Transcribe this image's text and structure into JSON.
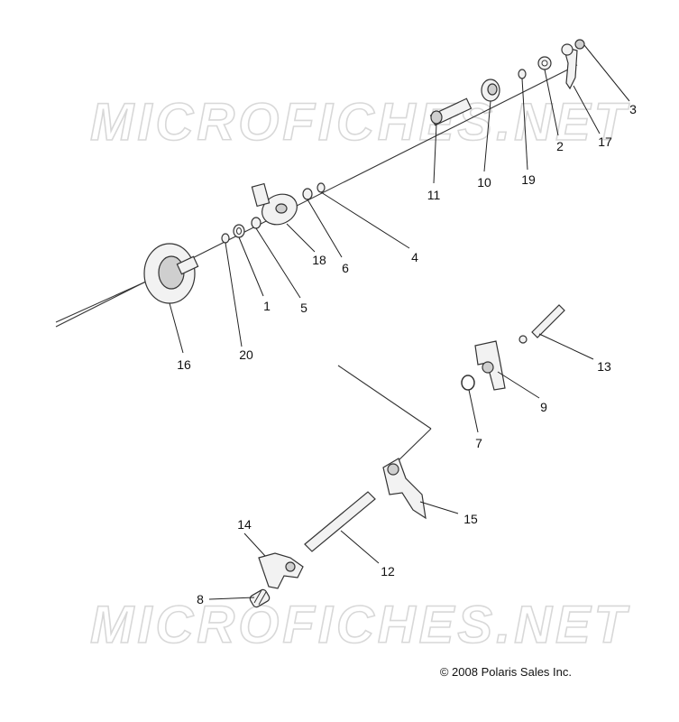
{
  "watermark": {
    "text": "MICROFICHES.NET"
  },
  "copyright": {
    "text": "© 2008 Polaris Sales Inc."
  },
  "callouts": [
    "1",
    "2",
    "3",
    "4",
    "5",
    "6",
    "7",
    "8",
    "9",
    "10",
    "11",
    "12",
    "13",
    "14",
    "15",
    "16",
    "17",
    "18",
    "19",
    "20"
  ]
}
